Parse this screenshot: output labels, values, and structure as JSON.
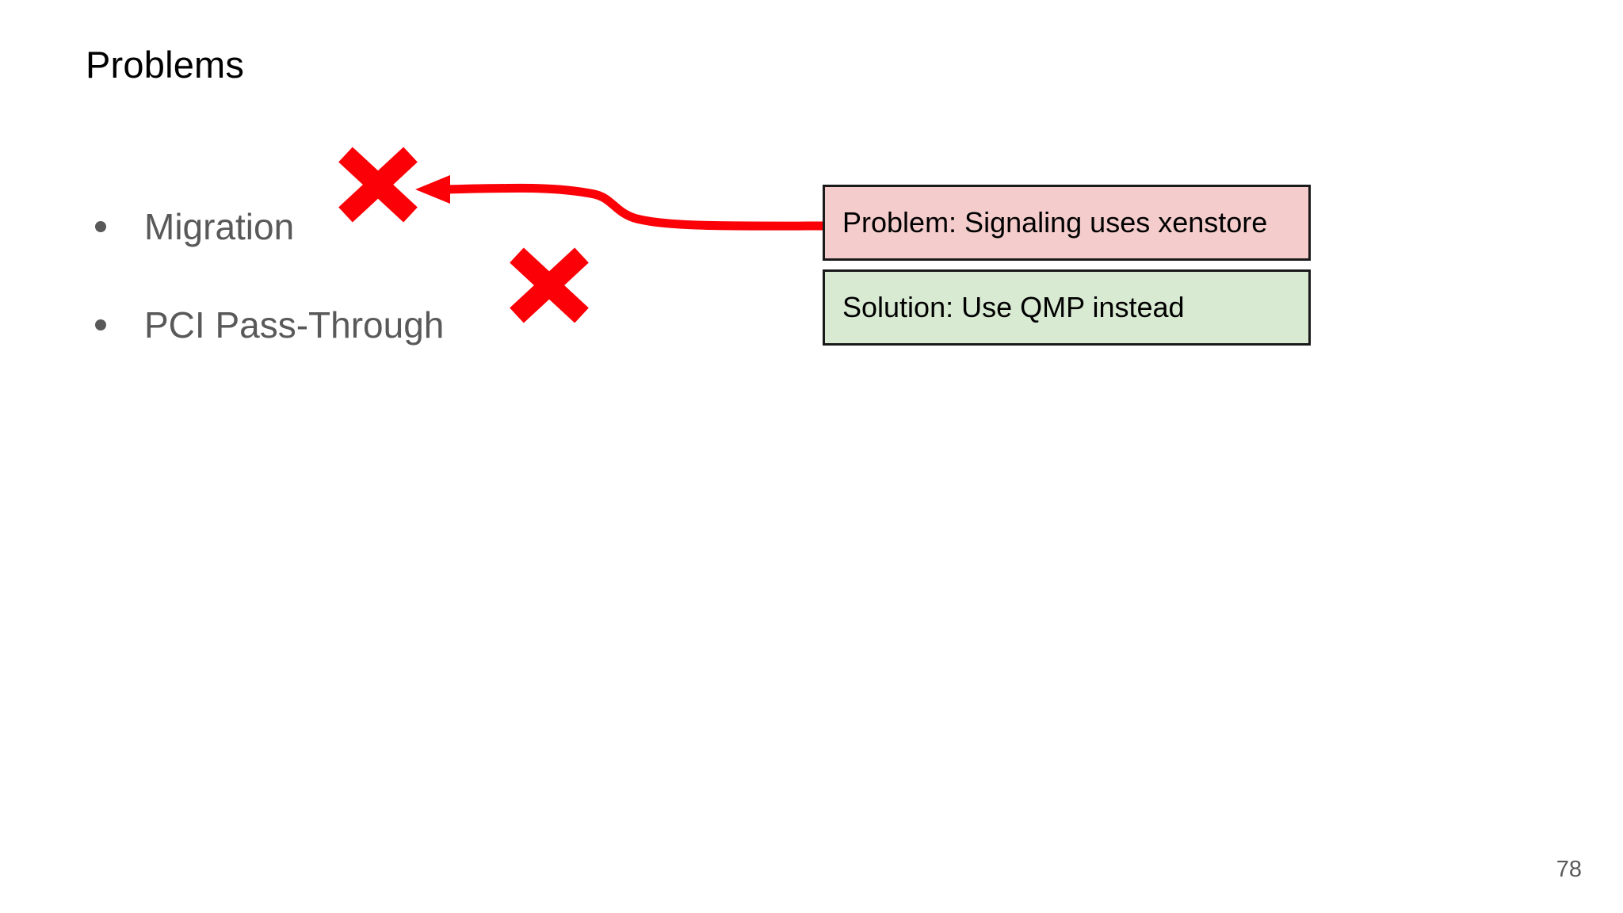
{
  "slide": {
    "title": "Problems",
    "page_number": "78",
    "background_color": "#ffffff"
  },
  "bullets": [
    {
      "label": "Migration",
      "marked_invalid": "true",
      "mark_icon": "red-x-icon"
    },
    {
      "label": "PCI Pass-Through",
      "marked_invalid": "true",
      "mark_icon": "red-x-icon"
    }
  ],
  "callouts": [
    {
      "id": "problem",
      "text": "Problem: Signaling uses xenstore",
      "fill_color": "#f4cccc",
      "border_color": "#1a1a1a"
    },
    {
      "id": "solution",
      "text": "Solution: Use QMP instead",
      "fill_color": "#d9ead3",
      "border_color": "#1a1a1a"
    }
  ],
  "connector": {
    "name": "problem-to-migration-arrow",
    "color": "#fb0007",
    "from": "callout-problem",
    "to": "x-mark-migration"
  },
  "colors": {
    "title_text": "#000000",
    "body_text": "#595959",
    "accent_red": "#fb0007"
  }
}
